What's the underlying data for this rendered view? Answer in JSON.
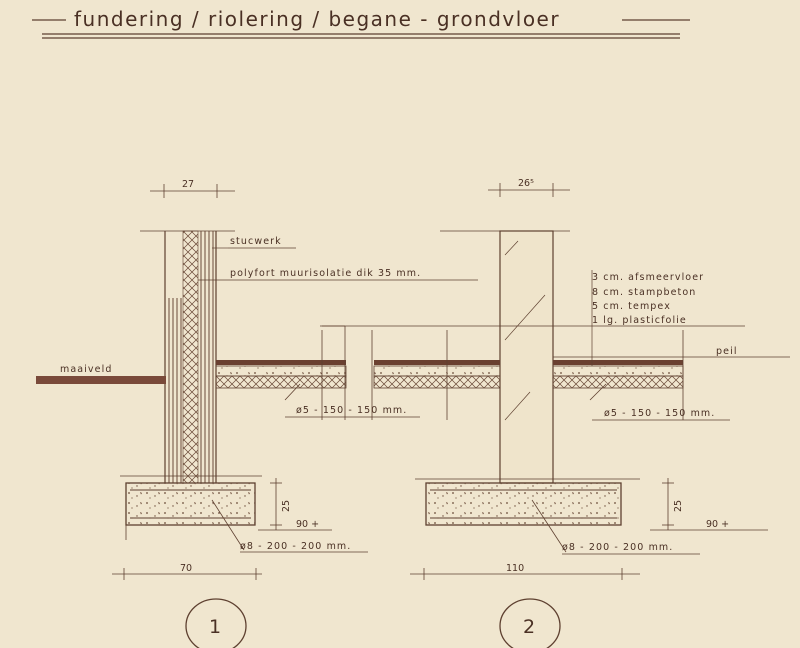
{
  "title": "fundering / riolering / begane - grondvloer",
  "detail1": {
    "number": "1",
    "wall_width": "27",
    "footing_width": "70",
    "footing_height": "25",
    "footing_depth": "90 +",
    "ground_label": "maaiveld",
    "layer_stucwerk": "stucwerk",
    "layer_insulation": "polyfort muurisolatie dik 35 mm.",
    "floor_mesh": "ø5 - 150 - 150 mm.",
    "footing_rebar": "ø8 - 200 - 200 mm."
  },
  "detail2": {
    "number": "2",
    "wall_width": "26⁵",
    "footing_width": "110",
    "footing_height": "25",
    "footing_depth": "90 +",
    "floor_layers": [
      "3 cm. afsmeervloer",
      "8 cm. stampbeton",
      "5 cm. tempex",
      "1 lg. plasticfolie"
    ],
    "level_label": "peil",
    "floor_mesh": "ø5 - 150 - 150 mm.",
    "footing_rebar": "ø8 - 200 - 200 mm."
  }
}
